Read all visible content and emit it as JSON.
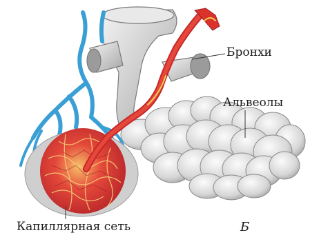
{
  "figure": {
    "labels": {
      "bronchi": "Бронхи",
      "alveoli": "Альвеолы",
      "capillary_net": "Капиллярная сеть",
      "panel_letter": "Б"
    },
    "colors": {
      "vein_blue": "#3a9fd4",
      "artery_red": "#d9332b",
      "capillary_red": "#e24a3a",
      "alveoli_gray": "#d9d9d9",
      "bronchus_gray": "#c8c8c8",
      "outline": "#7a7a7a",
      "highlight_yellow": "#f0d050"
    }
  }
}
